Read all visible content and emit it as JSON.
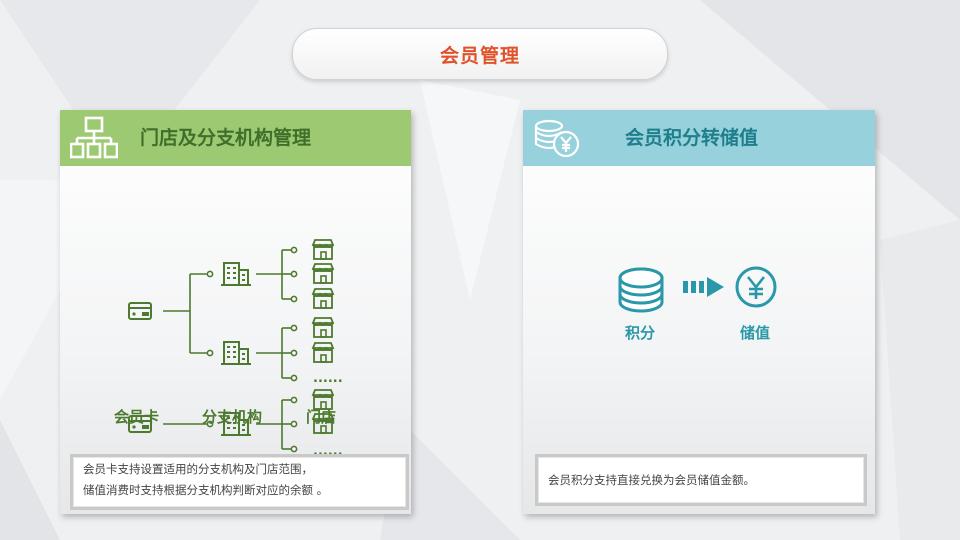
{
  "title": "会员管理",
  "left_panel": {
    "title": "门店及分支机构管理",
    "icon": "org-chart-icon",
    "labels": {
      "card": "会员卡",
      "branch": "分支机构",
      "store": "门店"
    },
    "ellipsis": "......",
    "note_lines": [
      "会员卡支持设置适用的分支机构及门店范围，",
      "储值消费时支持根据分支机构判断对应的余额 。"
    ]
  },
  "right_panel": {
    "title": "会员积分转储值",
    "icon": "coins-yen-icon",
    "from_label": "积分",
    "to_label": "储值",
    "note": "会员积分支持直接兑换为会员储值金额。"
  },
  "colors": {
    "accent": "#e0522a",
    "green": "#9cc971",
    "teal": "#97d2dc"
  }
}
